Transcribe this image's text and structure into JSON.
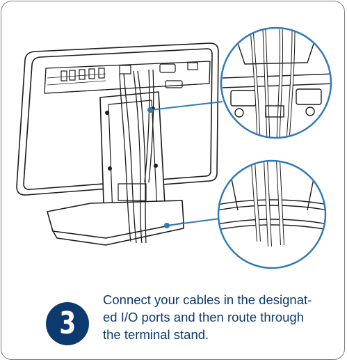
{
  "step": {
    "number": "3",
    "instruction_lines": [
      "Connect your cables in the designat-",
      "ed I/O ports and then route through",
      "the terminal stand."
    ]
  },
  "colors": {
    "accent": "#0d3a6e",
    "line_art": "#1b1b1b",
    "callout_border": "#2f7ab8",
    "card_border": "#7d7d7d"
  }
}
